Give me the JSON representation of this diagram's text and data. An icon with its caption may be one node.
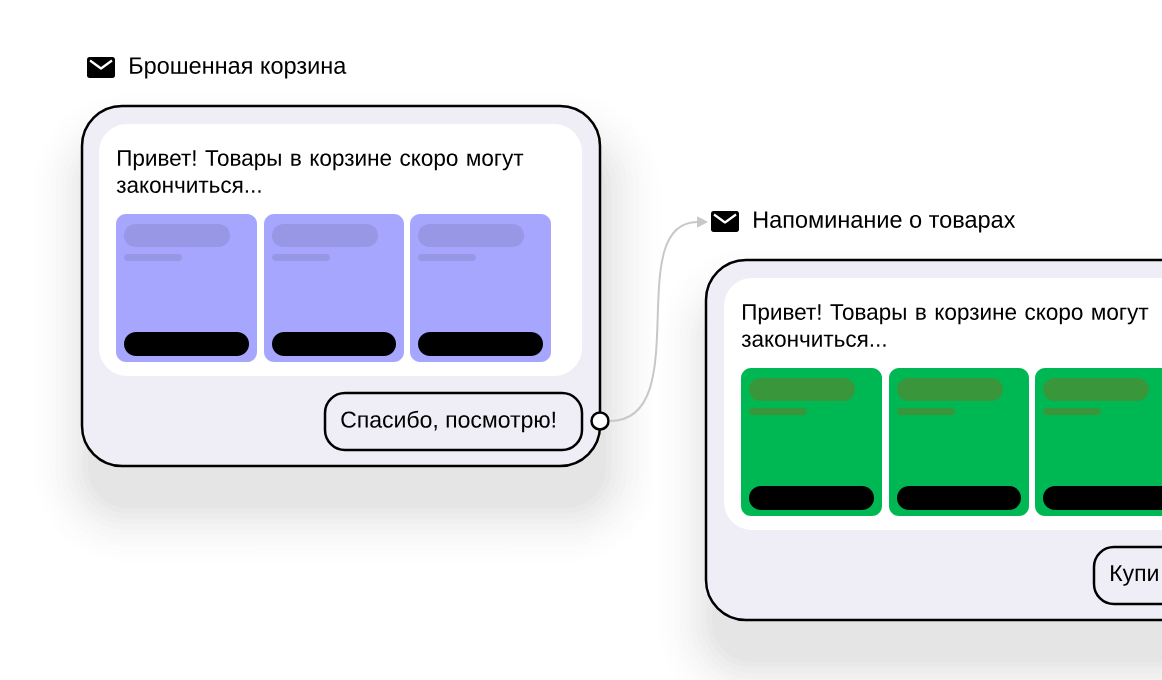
{
  "diagram": {
    "nodes": [
      {
        "text": [
          "Брошенная корзина"
        ]
      },
      {
        "text": [
          "Привет! Товары в корзине скоро могут закончиться..."
        ],
        "in": 0
      },
      {
        "text": [
          "Спасибо, посмотрю!"
        ],
        "in": 0
      },
      {
        "text": [],
        "shape": "circle"
      },
      {
        "text": [
          "Напоминание о товарах"
        ]
      },
      {
        "text": [
          "Привет! Товары в корзине скоро могут закончиться..."
        ],
        "in": 4
      },
      {
        "text": [
          "Купи"
        ],
        "in": 4
      }
    ],
    "edges": [
      {
        "from": 3,
        "to": 4,
        "arrow": "to"
      }
    ]
  }
}
